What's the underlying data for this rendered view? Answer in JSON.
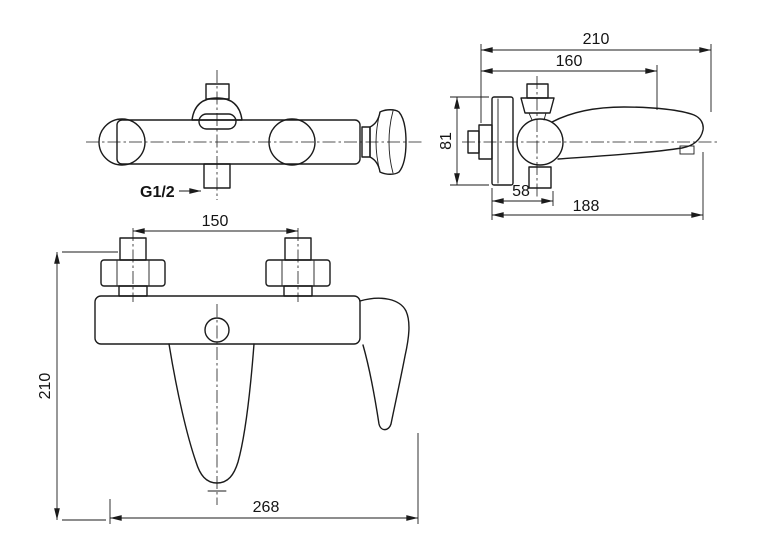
{
  "page": {
    "background": "#ffffff",
    "line_color": "#1b1b1b"
  },
  "drawing": {
    "labels": {
      "thread_size": "G1/2"
    },
    "side_view": {
      "overall_length": "210",
      "spout_reach": "160",
      "body_height": "81",
      "wall_to_outlet": "58",
      "spout_length": "188"
    },
    "front_view": {
      "inlet_centers": "150",
      "overall_height": "210",
      "overall_width": "268"
    }
  }
}
